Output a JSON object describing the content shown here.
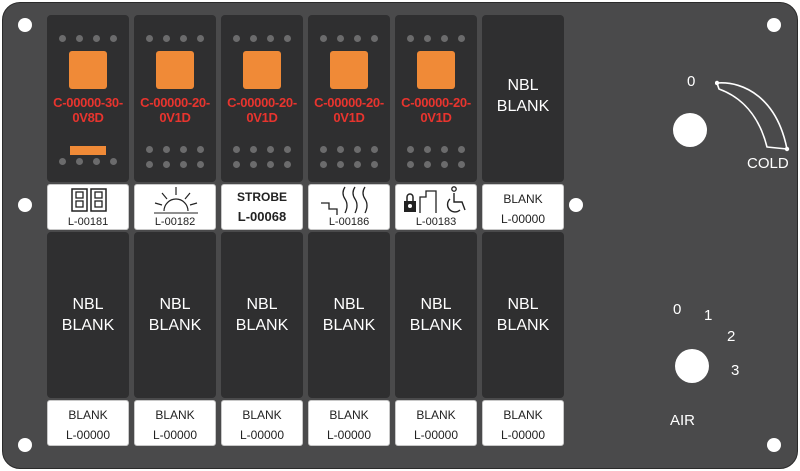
{
  "top_switches": [
    {
      "part_line1": "C-00000-30-",
      "part_line2": "0V8D"
    },
    {
      "part_line1": "C-00000-20-",
      "part_line2": "0V1D"
    },
    {
      "part_line1": "C-00000-20-",
      "part_line2": "0V1D"
    },
    {
      "part_line1": "C-00000-20-",
      "part_line2": "0V1D"
    },
    {
      "part_line1": "C-00000-20-",
      "part_line2": "0V1D"
    }
  ],
  "top_blank": {
    "line1": "NBL",
    "line2": "BLANK"
  },
  "top_labels": [
    {
      "icon": "dual-light-icon",
      "code": "L-00181"
    },
    {
      "icon": "sunburst-icon",
      "code": "L-00182"
    },
    {
      "title": "STROBE",
      "code": "L-00068"
    },
    {
      "icon": "heat-ramp-icon",
      "code": "L-00186"
    },
    {
      "icon": "lock-wheelchair-door-icon",
      "code": "L-00183"
    },
    {
      "title": "BLANK",
      "code": "L-00000"
    }
  ],
  "bottom_switches": [
    {
      "line1": "NBL",
      "line2": "BLANK"
    },
    {
      "line1": "NBL",
      "line2": "BLANK"
    },
    {
      "line1": "NBL",
      "line2": "BLANK"
    },
    {
      "line1": "NBL",
      "line2": "BLANK"
    },
    {
      "line1": "NBL",
      "line2": "BLANK"
    },
    {
      "line1": "NBL",
      "line2": "BLANK"
    }
  ],
  "bottom_labels": [
    {
      "title": "BLANK",
      "code": "L-00000"
    },
    {
      "title": "BLANK",
      "code": "L-00000"
    },
    {
      "title": "BLANK",
      "code": "L-00000"
    },
    {
      "title": "BLANK",
      "code": "L-00000"
    },
    {
      "title": "BLANK",
      "code": "L-00000"
    },
    {
      "title": "BLANK",
      "code": "L-00000"
    }
  ],
  "temp_knob": {
    "zero": "0",
    "label": "COLD"
  },
  "air_knob": {
    "positions": [
      "0",
      "1",
      "2",
      "3"
    ],
    "label": "AIR"
  },
  "colors": {
    "panel": "#4a4a4b",
    "switch": "#2f2f30",
    "lens": "#f08a37",
    "part_text": "#e8342e"
  }
}
